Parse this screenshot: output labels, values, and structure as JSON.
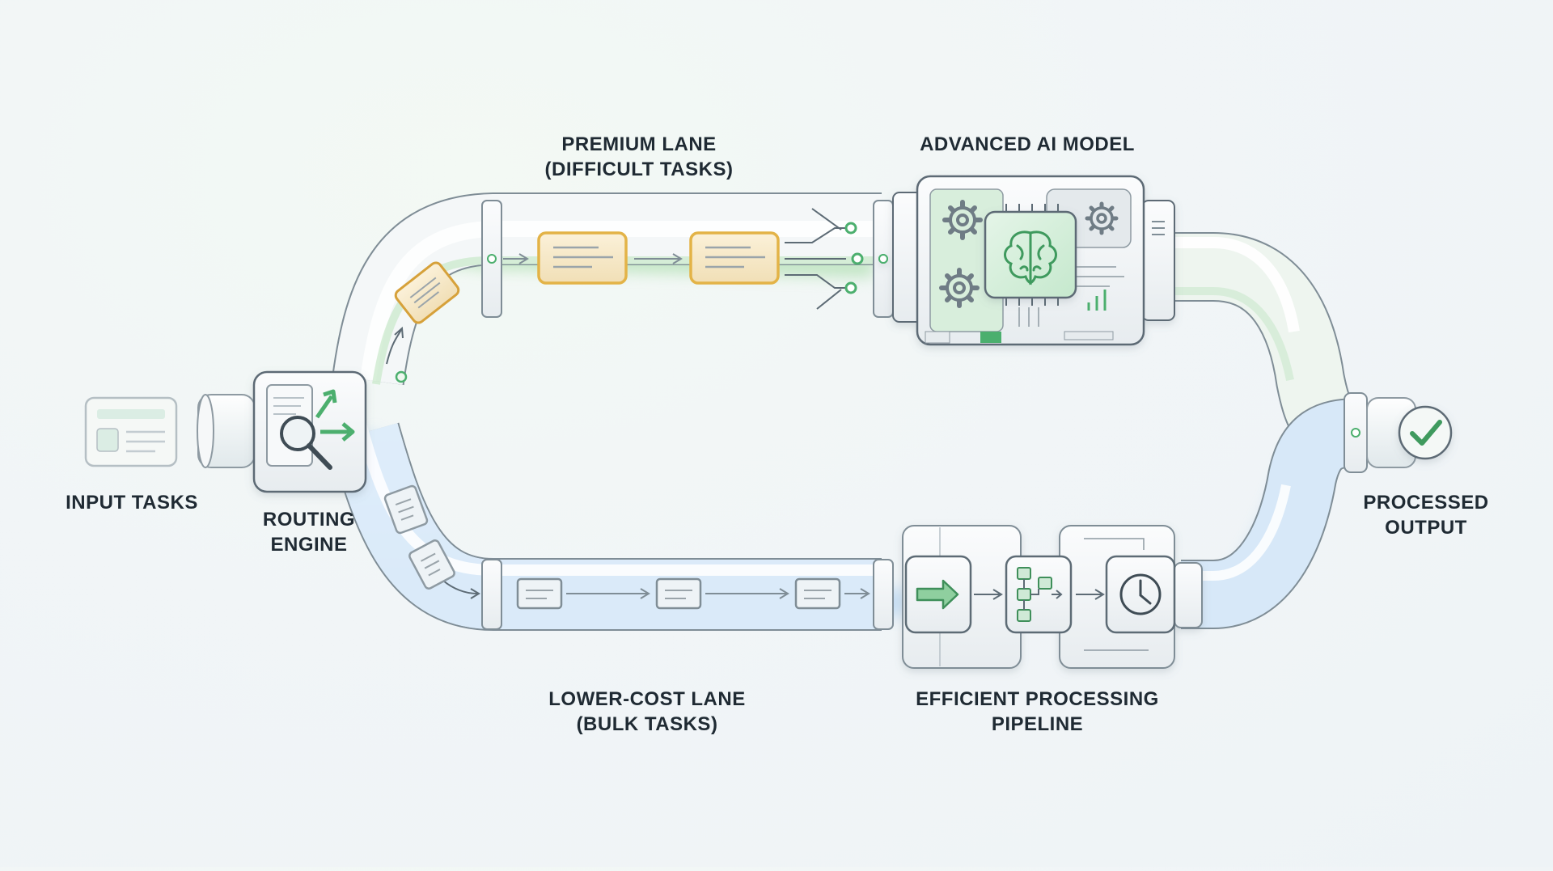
{
  "labels": {
    "input_tasks": "INPUT TASKS",
    "routing_engine": [
      "ROUTING",
      "ENGINE"
    ],
    "premium_lane": [
      "PREMIUM LANE",
      "(DIFFICULT TASKS)"
    ],
    "advanced_model": "ADVANCED AI MODEL",
    "lower_cost_lane": [
      "LOWER-COST LANE",
      "(BULK TASKS)"
    ],
    "efficient_pipeline": [
      "EFFICIENT PROCESSING",
      "PIPELINE"
    ],
    "processed_output": [
      "PROCESSED",
      "OUTPUT"
    ]
  },
  "icons": {
    "input": "document-card-icon",
    "router": "magnifier-split-arrows-icon",
    "model": "brain-chip-icon",
    "gears": "gear-icon",
    "pipeline_steps": [
      "arrow-right-icon",
      "flowchart-icon",
      "clock-icon"
    ],
    "output": "checkmark-circle-icon"
  },
  "colors": {
    "premium_accent": "#e3b347",
    "premium_glow": "#9ad79b",
    "bulk_glow": "#a9cdf0",
    "green_accent": "#4caf6e",
    "outline": "#5d6b75",
    "text": "#1f2a33"
  }
}
